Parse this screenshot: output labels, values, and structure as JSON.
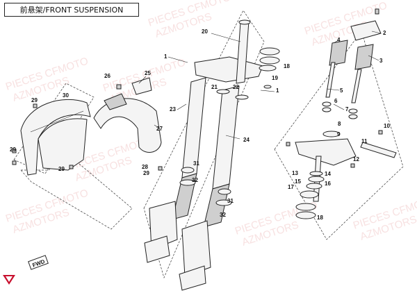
{
  "title": "前悬架/FRONT SUSPENSION",
  "watermark_lines": [
    "PIECES CFMOTO",
    "AZMOTORS"
  ],
  "fwd_label": "FWD",
  "colors": {
    "brand_red": "#c8102e",
    "watermark": "#f2c9c9"
  },
  "callouts": [
    "1",
    "2",
    "3",
    "4",
    "5",
    "6",
    "7",
    "8",
    "9",
    "10",
    "11",
    "12",
    "13",
    "14",
    "15",
    "16",
    "17",
    "18",
    "19",
    "20",
    "21",
    "22",
    "23",
    "24",
    "25",
    "26",
    "27",
    "28",
    "29",
    "30",
    "31",
    "32"
  ]
}
